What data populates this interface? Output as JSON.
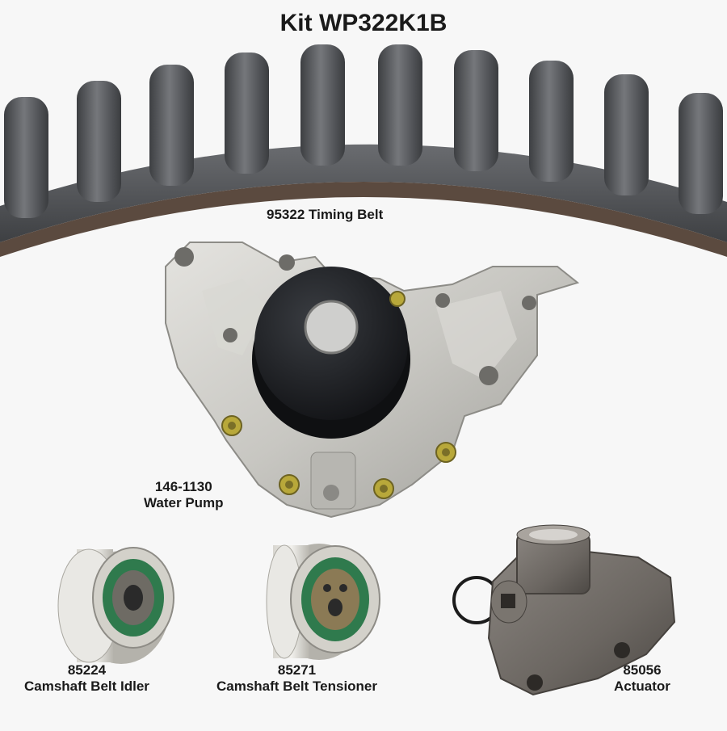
{
  "kit": {
    "title": "Kit WP322K1B"
  },
  "parts": {
    "timing_belt": {
      "number": "95322",
      "name": "Timing Belt"
    },
    "water_pump": {
      "number": "146-1130",
      "name": "Water Pump"
    },
    "idler": {
      "number": "85224",
      "name": "Camshaft Belt Idler"
    },
    "tensioner": {
      "number": "85271",
      "name": "Camshaft Belt Tensioner"
    },
    "actuator": {
      "number": "85056",
      "name": "Actuator"
    }
  },
  "colors": {
    "background": "#f7f7f7",
    "belt": "#55575a",
    "belt_edge": "#5b4a3f",
    "metal": "#c9c8c3",
    "pulley": "#202226",
    "bolt": "#b8a83a",
    "seal": "#2f7a4d",
    "actuator_metal": "#6f6a65"
  }
}
